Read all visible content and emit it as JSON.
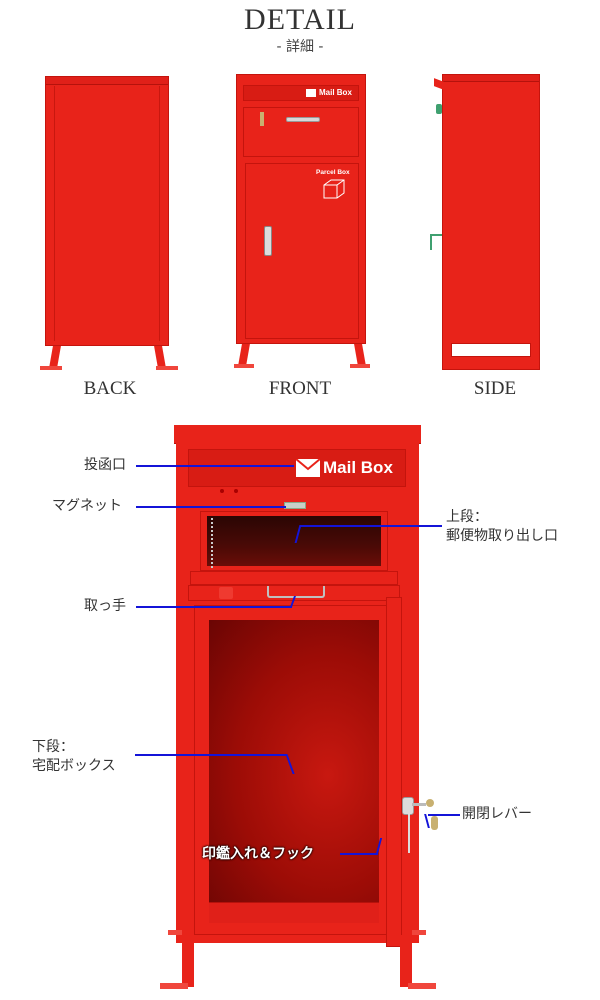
{
  "header": {
    "title": "DETAIL",
    "subtitle": "- 詳細 -"
  },
  "views": [
    {
      "label": "BACK"
    },
    {
      "label": "FRONT"
    },
    {
      "label": "SIDE"
    }
  ],
  "front_panel": {
    "mail_box_text": "Mail Box",
    "parcel_box_text": "Parcel Box"
  },
  "detail": {
    "mail_box_text": "Mail Box",
    "callouts": [
      {
        "id": "slot",
        "label": "投函口"
      },
      {
        "id": "magnet",
        "label": "マグネット"
      },
      {
        "id": "upper",
        "line1": "上段：",
        "line2": "郵便物取り出し口"
      },
      {
        "id": "handle",
        "label": "取っ手"
      },
      {
        "id": "lower",
        "line1": "下段：",
        "line2": "宅配ボックス"
      },
      {
        "id": "lever",
        "label": "開閉レバー"
      },
      {
        "id": "hook",
        "label": "印鑑入れ＆フック"
      }
    ]
  },
  "colors": {
    "body_red": "#e8231a",
    "callout_line": "#1414d8",
    "text": "#333333"
  }
}
